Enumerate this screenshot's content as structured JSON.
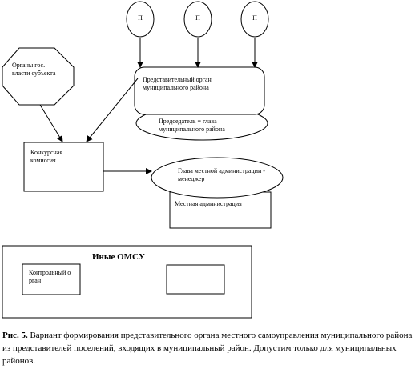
{
  "diagram": {
    "circle_label": "П",
    "state_authorities": "Органы гос. власти субъекта",
    "representative_body": "Представительный орган муниципального района",
    "chairman": "Председатель = глава муниципального района",
    "competition_commission": "Конкурсная комиссия",
    "head_of_administration": "Глава местной администрации - менеджер",
    "local_administration": "Местная администрация",
    "other_omsu": "Иные ОМСУ",
    "control_body": "Контрольный орган"
  },
  "caption": {
    "label": "Рис. 5.",
    "text": " Вариант формирования представительного органа местного самоуправления муниципального района из представителей поселений, входящих в муниципальный район. Допустим только для муниципальных районов."
  }
}
